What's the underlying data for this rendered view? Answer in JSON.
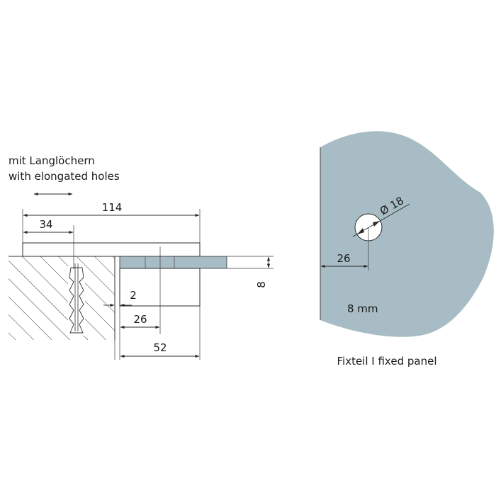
{
  "left_drawing": {
    "note_de": "mit Langlöchern",
    "note_en": "with elongated holes",
    "dim_total": "114",
    "dim_hole_offset": "34",
    "dim_thickness": "8",
    "dim_gap": "2",
    "dim_center": "26",
    "dim_clamp": "52"
  },
  "right_drawing": {
    "dim_hole_diameter": "Ø 18",
    "dim_edge_distance": "26",
    "glass_thickness": "8 mm",
    "caption": "Fixteil I fixed panel"
  },
  "colors": {
    "glass": "#a7bcc4",
    "glass_dark": "#94abb4",
    "line": "#2b2b2b",
    "hatch": "#3c3c3c"
  }
}
